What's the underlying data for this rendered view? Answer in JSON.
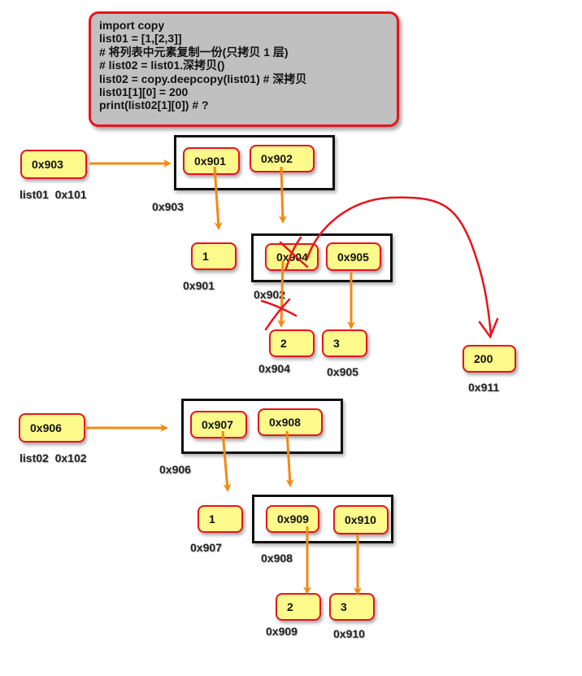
{
  "code": {
    "lines": [
      "import copy",
      "list01 = [1,[2,3]]",
      "# 将列表中元素复制一份(只拷贝 1 层)",
      "# list02 = list01.深拷贝()",
      "list02 = copy.deepcopy(list01) # 深拷贝",
      "list01[1][0] = 200",
      "print(list02[1][0]) # ?"
    ]
  },
  "list01": {
    "var_node": "0x903",
    "var_label": "list01  0x101",
    "outer_list": {
      "items": [
        "0x901",
        "0x902"
      ],
      "address": "0x903"
    },
    "int_1": {
      "value": "1",
      "address": "0x901"
    },
    "inner_list": {
      "items": [
        "0x904",
        "0x905"
      ],
      "address": "0x902"
    },
    "int_2": {
      "value": "2",
      "address": "0x904"
    },
    "int_3": {
      "value": "3",
      "address": "0x905"
    },
    "new_value": {
      "value": "200",
      "address": "0x911"
    }
  },
  "list02": {
    "var_node": "0x906",
    "var_label": "list02  0x102",
    "outer_list": {
      "items": [
        "0x907",
        "0x908"
      ],
      "address": "0x906"
    },
    "int_1": {
      "value": "1",
      "address": "0x907"
    },
    "inner_list": {
      "items": [
        "0x909",
        "0x910"
      ],
      "address": "0x908"
    },
    "int_2": {
      "value": "2",
      "address": "0x909"
    },
    "int_3": {
      "value": "3",
      "address": "0x910"
    }
  },
  "colors": {
    "node_fill": "#fdfa8c",
    "node_border": "#e8141e",
    "arrow": "#f28a12",
    "annotation": "#e8141e",
    "code_bg": "#c0c0c0"
  }
}
